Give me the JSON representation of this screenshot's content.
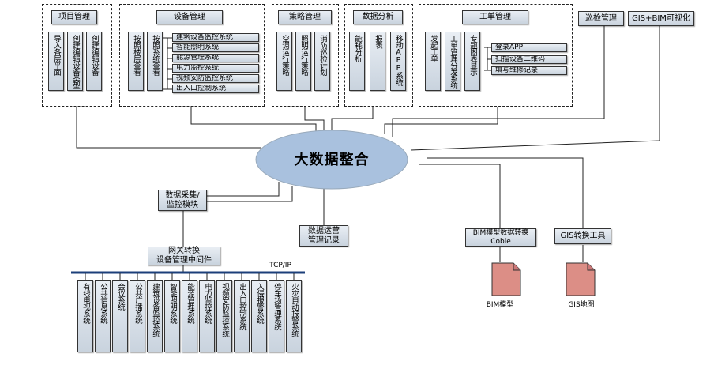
{
  "top_groups": {
    "project_mgmt": {
      "title": "项目管理",
      "items": [
        "导入各层平面",
        "创建编辑设备类型",
        "创建编辑设备"
      ]
    },
    "device_mgmt": {
      "title": "设备管理",
      "cols": [
        "按照楼层查看",
        "按照系统查看"
      ],
      "subsystems": [
        "建筑设备监控系统",
        "智能照明系统",
        "能源管理系统",
        "电力监控系统",
        "视频安防监控系统",
        "出入口控制系统"
      ]
    },
    "strategy_mgmt": {
      "title": "策略管理",
      "items": [
        "空调运行策略",
        "照明运行策略",
        "消防巡检计划"
      ]
    },
    "data_analysis": {
      "title": "数据分析",
      "items": [
        "能耗分析",
        "报表",
        "移动APP系统"
      ]
    },
    "workorder_mgmt": {
      "title": "工单管理",
      "cols": [
        "发起工单",
        "工单管理分发系统",
        "专题图表显示"
      ],
      "subsystems": [
        "登录APP",
        "扫描设备二维码",
        "填写维修记录"
      ]
    },
    "patrol": "巡检管理",
    "gis_bim": "GIS+BIM可视化"
  },
  "center": "大数据整合",
  "collection": "数据采集/\n监控模块",
  "operation_record": "数据运营\n管理记录",
  "bim_convert": "BIM模型数据转换\nCobie",
  "gis_tool": "GIS转换工具",
  "bim_model": "BIM模型",
  "gis_map": "GIS地图",
  "gateway": "网关转换\n设备管理中间件",
  "protocol": "TCP/IP",
  "bottom_systems": [
    "有线电视系统",
    "公共信息系统",
    "会议系统",
    "公共广播系统",
    "建筑设备监控系统",
    "智能照明系统",
    "能源管理系统",
    "电力监控系统",
    "视频安防监控系统",
    "出入口控制系统",
    "入侵报警系统",
    "停车场管理系统",
    "火灾自动报警系统"
  ],
  "colors": {
    "box_top": "#e9eef4",
    "box_bottom": "#c9d3de",
    "ellipse": "#a9c1de",
    "doc": "#dc8e86"
  }
}
